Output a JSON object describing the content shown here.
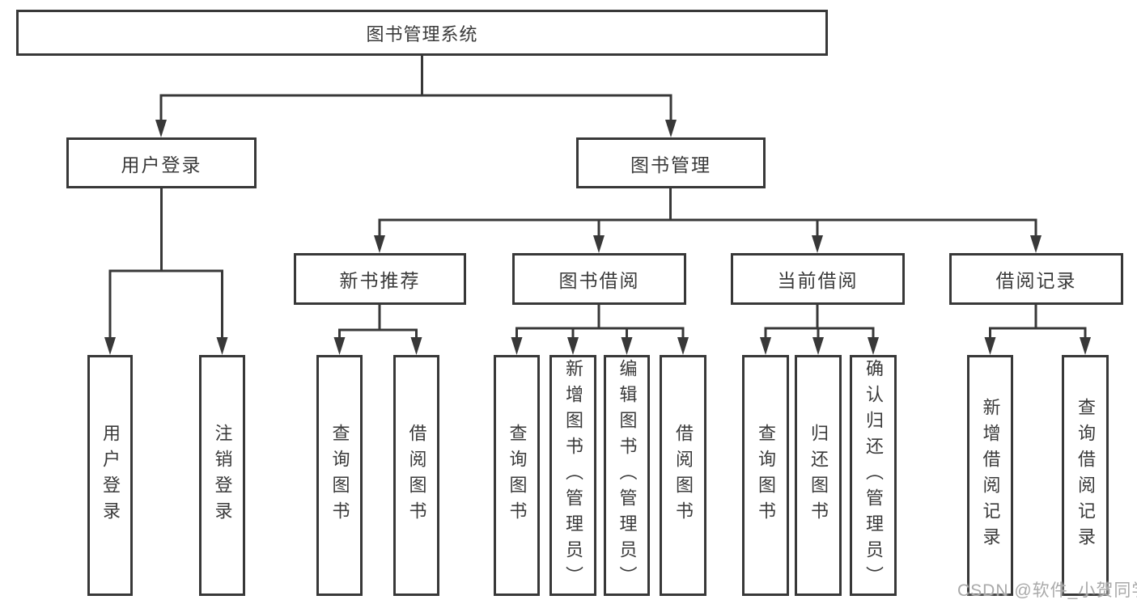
{
  "colors": {
    "line": "#383838",
    "text": "#3a3a3a",
    "box_background": "#ffffff",
    "watermark_text": "#a9a9a9"
  },
  "watermark": "CSDN @软件_小贺同学",
  "tree": {
    "root": {
      "label": "图书管理系统"
    },
    "level1": [
      {
        "label": "用户登录",
        "children": [
          "用户登录",
          "注销登录"
        ]
      },
      {
        "label": "图书管理",
        "children": [
          {
            "label": "新书推荐",
            "children": [
              "查询图书",
              "借阅图书"
            ]
          },
          {
            "label": "图书借阅",
            "children": [
              "查询图书",
              "新增图书（管理员）",
              "编辑图书（管理员）",
              "借阅图书"
            ]
          },
          {
            "label": "当前借阅",
            "children": [
              "查询图书",
              "归还图书",
              "确认归还（管理员）"
            ]
          },
          {
            "label": "借阅记录",
            "children": [
              "新增借阅记录",
              "查询借阅记录"
            ]
          }
        ]
      }
    ]
  }
}
